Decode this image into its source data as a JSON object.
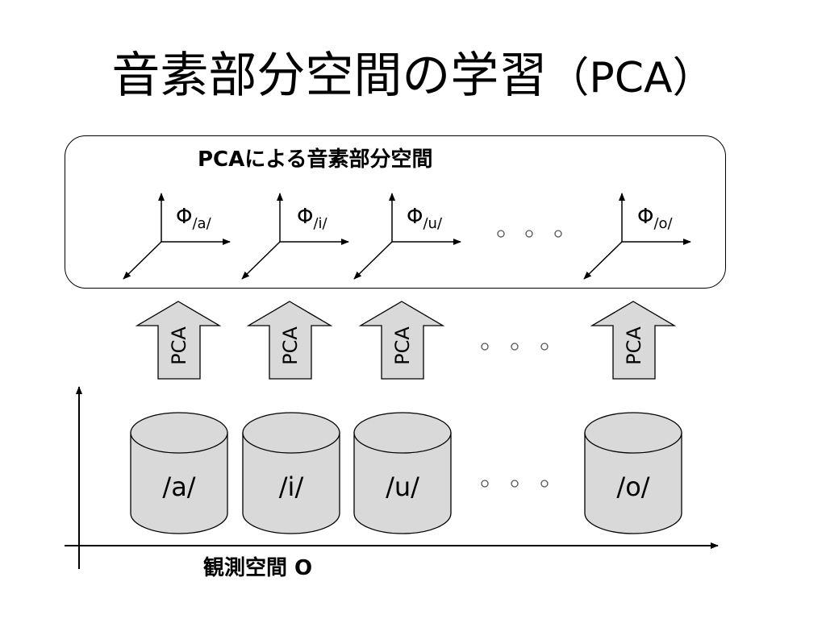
{
  "slide": {
    "title_main": "音素部分空間の学習",
    "title_paren": "（PCA）",
    "box_title": "PCAによる音素部分空間",
    "axis_label": "観測空間 O",
    "basis_symbol": "Φ",
    "phonemes": [
      {
        "subscript": "/a/",
        "pca": "PCA",
        "cylinder": "/a/"
      },
      {
        "subscript": "/i/",
        "pca": "PCA",
        "cylinder": "/i/"
      },
      {
        "subscript": "/u/",
        "pca": "PCA",
        "cylinder": "/u/"
      },
      {
        "subscript": "/o/",
        "pca": "PCA",
        "cylinder": "/o/"
      }
    ]
  }
}
